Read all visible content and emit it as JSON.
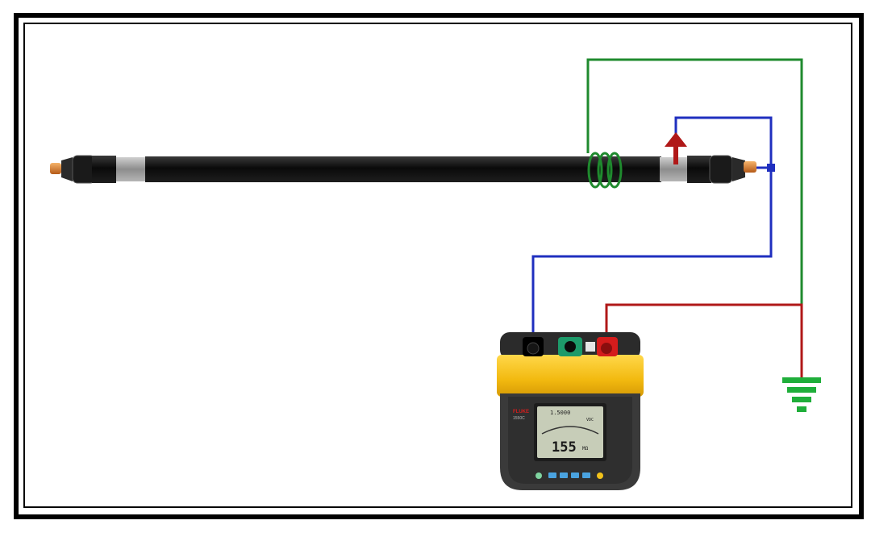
{
  "diagram": {
    "colors": {
      "frame": "#000000",
      "cable_jacket": "#111111",
      "cable_sleeve": "#9a9a9a",
      "conductor": "#d9772a",
      "guard_lead": "#1f8a2e",
      "line_lead": "#1f2fbf",
      "earth_lead": "#b01818",
      "current_arrow": "#b01818",
      "ground_symbol": "#1fae3a",
      "meter_yellow": "#f2c21a",
      "meter_body": "#3a3a3a",
      "lcd": "#c7cdb8"
    },
    "meter": {
      "display_reading": "155",
      "display_unit": "MΩ",
      "display_mode": "1.5000",
      "display_aux": "VDC",
      "brand": "FLUKE",
      "model": "1550C"
    }
  }
}
